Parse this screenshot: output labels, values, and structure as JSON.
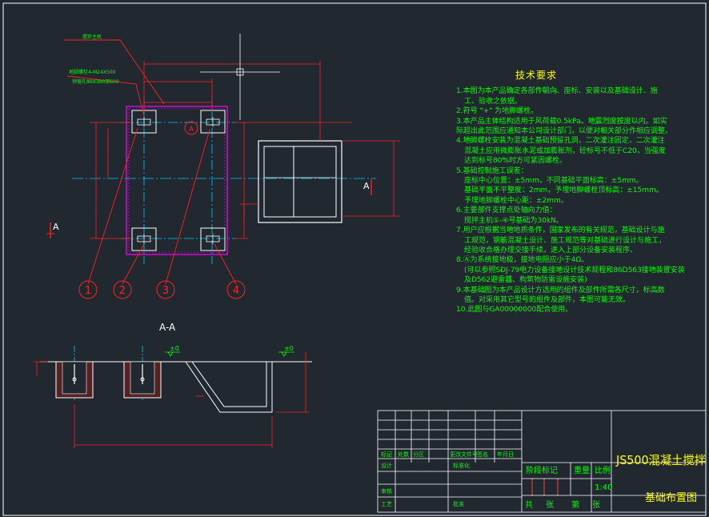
{
  "colors": {
    "background": "#212830",
    "outline": "#ffffff",
    "leader": "#ff0000",
    "centerline": "#00c8ff",
    "dimension": "#ff0000",
    "text_green": "#00ff00",
    "text_yellow": "#ffff00",
    "frame_magenta": "#ff00ff",
    "concrete": "#ff3333"
  },
  "plan_view": {
    "label_main_beam": "搅拌主机",
    "label_bolt": "地脚螺栓4-M24X500",
    "label_hole": "预留孔80X300深600",
    "section_marker_left": "A",
    "section_marker_right": "A",
    "circle_a": "A",
    "callouts": [
      "1",
      "2",
      "3",
      "4"
    ]
  },
  "section_view": {
    "title": "A-A",
    "elevation_1": "±0",
    "elevation_2": "±0"
  },
  "notes": {
    "title": "技术要求",
    "lines": [
      {
        "text": "1.本图为本产品确定各部件朝向、座标、安装以及基础设计、施",
        "cls": ""
      },
      {
        "text": "工、验收之依据。",
        "cls": "ind"
      },
      {
        "text": "2.符号 \"+\" 为地脚螺栓。",
        "cls": ""
      },
      {
        "text": "3.本产品主体结构适用于风荷载0.5kPa，地震烈度按度以内。如实",
        "cls": ""
      },
      {
        "text": "际超出此范围应通知本公司设计部门，以便对相关部分作相应调整。",
        "cls": ""
      },
      {
        "text": "4.地脚螺栓安装为混凝土基础预留孔洞，二次灌注固定，二次灌注",
        "cls": ""
      },
      {
        "text": "混凝土应用微膨胀水泥或加膨胀剂，砼标号不低于C20，当强度",
        "cls": "ind"
      },
      {
        "text": "达到标号80%时方可紧固螺栓。",
        "cls": "ind"
      },
      {
        "text": "5.基础控制施工误差：",
        "cls": ""
      },
      {
        "text": "座标中心位置：±5mm，不同基础平面标高：±5mm。",
        "cls": "ind"
      },
      {
        "text": "基础平面不平整度：2mm，予埋地脚螺栓顶标高：±15mm。",
        "cls": "ind"
      },
      {
        "text": "予埋地脚螺栓中心距：±2mm。",
        "cls": "ind"
      },
      {
        "text": "6.主要部件支撑点处轴向力值：",
        "cls": ""
      },
      {
        "text": "搅拌主机①-④号基础为30kN。",
        "cls": "ind"
      },
      {
        "text": "7.用户应根据当地地质条件，国家发布的有关规范，基础设计与施",
        "cls": ""
      },
      {
        "text": "工规范，钢筋混凝土设计、施工规范等对基础进行设计与施工，",
        "cls": "ind"
      },
      {
        "text": "经验收合格办理交接手续，进入上部分设备安装程序。",
        "cls": "ind"
      },
      {
        "text": "8.Ⓐ为系统接地极，接地电阻应小于4Ω。",
        "cls": ""
      },
      {
        "text": "(可以参照SDJ-79电力设备接地设计技术规程和86D563接地装置安装",
        "cls": "ind"
      },
      {
        "text": "及D562避雷器、构筑物防雷设施安装)",
        "cls": "ind"
      },
      {
        "text": "9.本基础图为本产品设计方选用的组件及部件所需各尺寸，标高数",
        "cls": ""
      },
      {
        "text": "值。对采用其它型号的组件及部件，本图可能无效。",
        "cls": "ind"
      },
      {
        "text": "10.此图与GA00000000配合使用。",
        "cls": ""
      }
    ]
  },
  "title_block": {
    "project_name": "JS500混凝土搅拌",
    "drawing_name": "基础布置图",
    "row_labels": [
      "标记",
      "处数",
      "分区",
      "更改文件号",
      "签名",
      "年月日"
    ],
    "design": "设计",
    "standardize": "标准化",
    "stage_mark": "阶段标记",
    "weight": "重量",
    "scale": "比例",
    "scale_value": "1:40",
    "review": "审核",
    "process": "工艺",
    "approve": "批准",
    "total": "共",
    "sheet": "张",
    "page": "第",
    "page_sheet": "张"
  }
}
